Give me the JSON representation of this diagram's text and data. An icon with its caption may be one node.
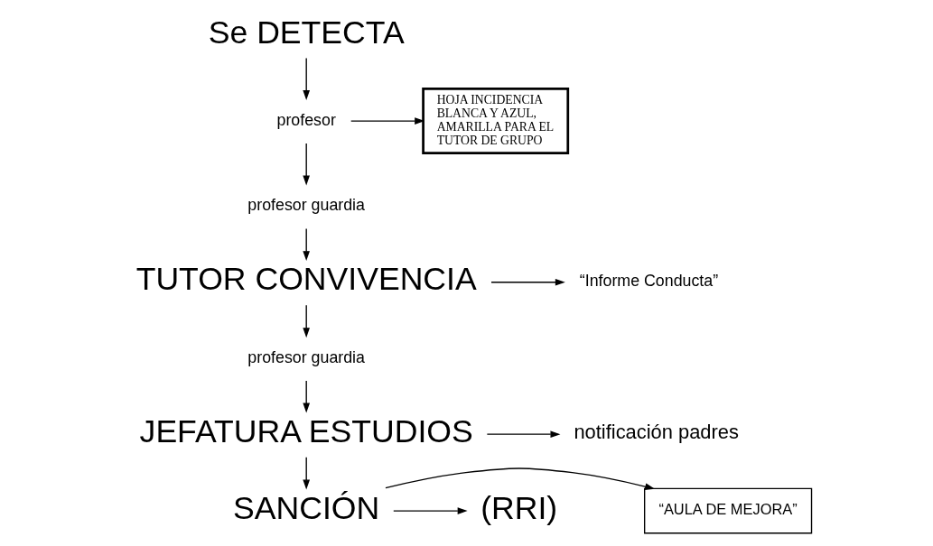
{
  "diagram": {
    "nodes": [
      {
        "text": [
          "Se DETECTA"
        ]
      },
      {
        "text": [
          "profesor"
        ]
      },
      {
        "text": [
          "HOJA INCIDENCIA BLANCA Y AZUL, AMARILLA PARA EL TUTOR DE GRUPO"
        ]
      },
      {
        "text": [
          "profesor guardia"
        ]
      },
      {
        "text": [
          "TUTOR CONVIVENCIA"
        ]
      },
      {
        "text": [
          "“Informe Conducta”"
        ]
      },
      {
        "text": [
          "profesor guardia"
        ]
      },
      {
        "text": [
          "JEFATURA ESTUDIOS"
        ]
      },
      {
        "text": [
          "notificación padres"
        ]
      },
      {
        "text": [
          "SANCIÓN"
        ]
      },
      {
        "text": [
          "“AULA DE MEJORA”"
        ]
      },
      {
        "text": [
          "(RRI)"
        ]
      }
    ],
    "edges": [
      {
        "from": 0,
        "to": 1,
        "arrow": "to"
      },
      {
        "from": 1,
        "to": 2,
        "arrow": "to"
      },
      {
        "from": 1,
        "to": 3,
        "arrow": "to"
      },
      {
        "from": 3,
        "to": 4,
        "arrow": "to"
      },
      {
        "from": 4,
        "to": 5,
        "arrow": "to"
      },
      {
        "from": 4,
        "to": 6,
        "arrow": "to"
      },
      {
        "from": 6,
        "to": 7,
        "arrow": "to"
      },
      {
        "from": 7,
        "to": 8,
        "arrow": "to"
      },
      {
        "from": 7,
        "to": 9,
        "arrow": "to"
      },
      {
        "from": 9,
        "to": 10,
        "arrow": "to"
      },
      {
        "from": 9,
        "to": 11,
        "arrow": "to"
      }
    ]
  }
}
